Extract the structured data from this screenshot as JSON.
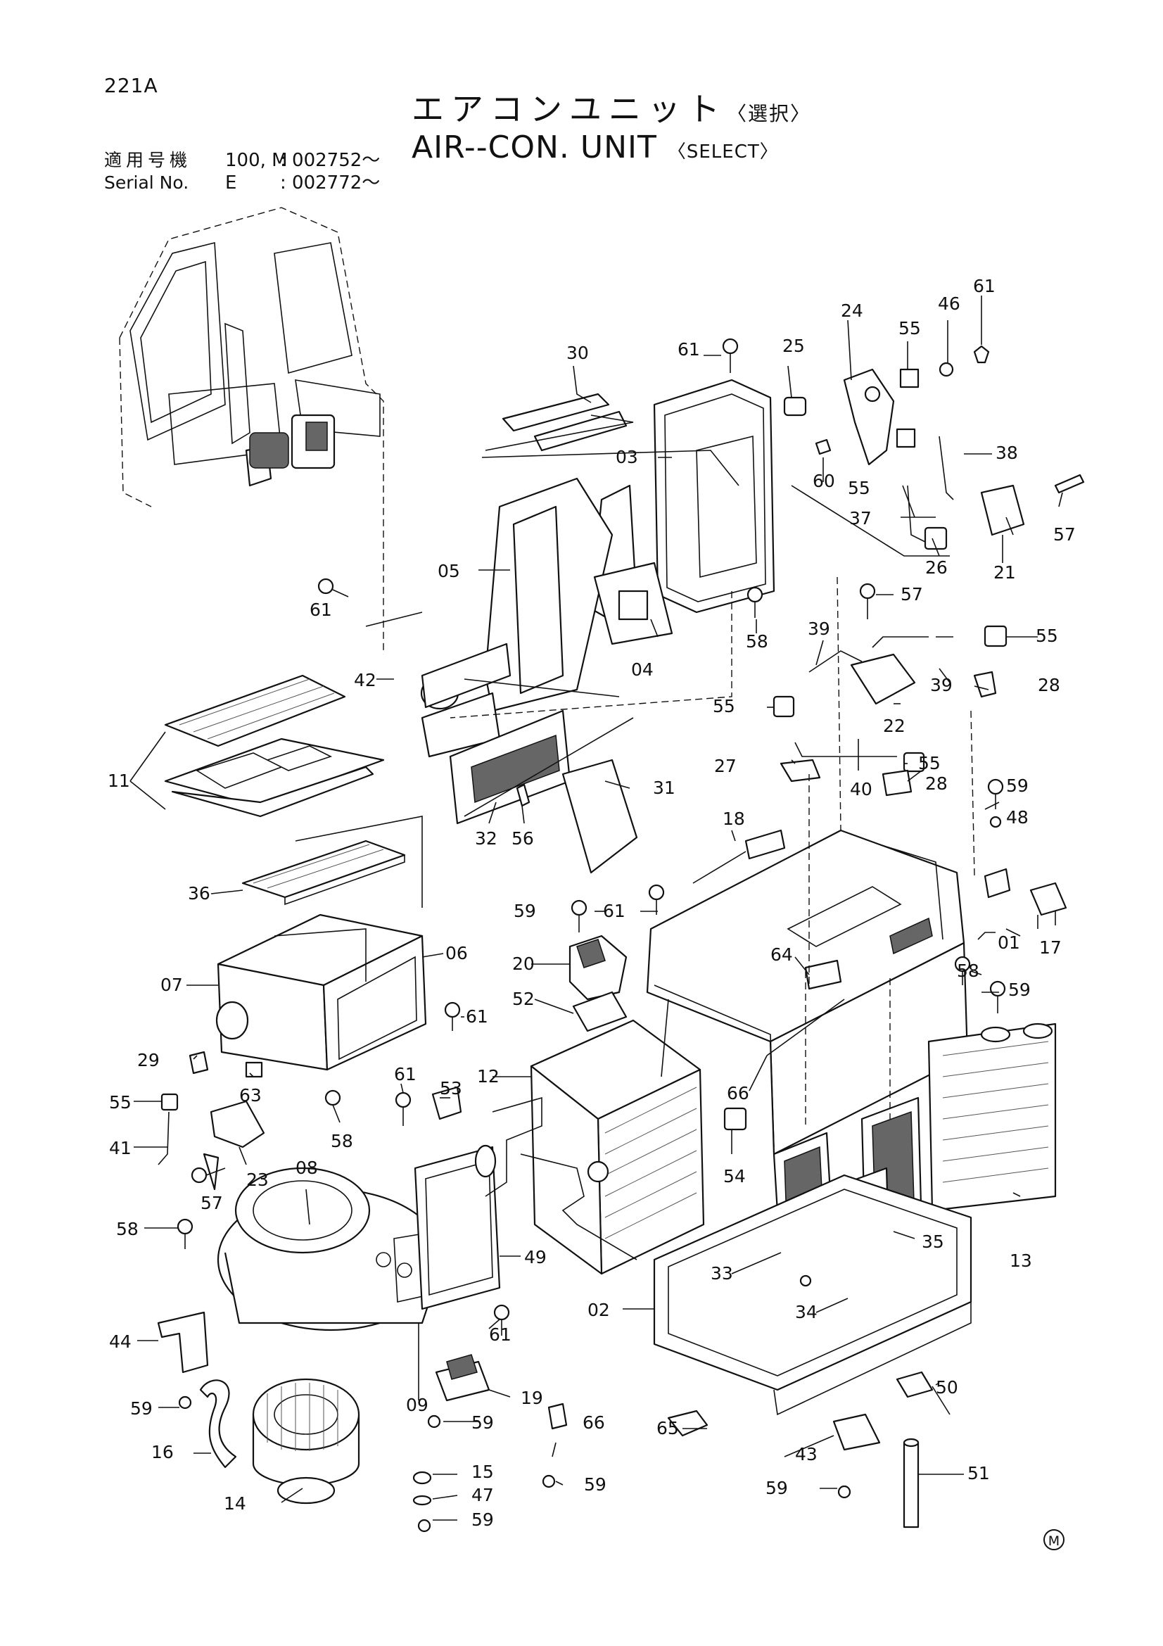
{
  "header": {
    "page_code": "221A",
    "title_jp": "エアコンユニット",
    "title_jp_select": "〈選択〉",
    "title_en": "AIR--CON. UNIT",
    "title_en_select": "〈SELECT〉",
    "applicability": {
      "label_jp": "適用号機",
      "label_en": "Serial No.",
      "model_1": "100, M",
      "serial_1": ": 002752～",
      "model_2": "E",
      "serial_2": ": 002772～"
    }
  },
  "mark": "M",
  "part_numbers": {
    "p01": "01",
    "p02": "02",
    "p03": "03",
    "p04": "04",
    "p05": "05",
    "p06": "06",
    "p07": "07",
    "p08": "08",
    "p09": "09",
    "p11": "11",
    "p12": "12",
    "p13": "13",
    "p14": "14",
    "p15": "15",
    "p16": "16",
    "p17": "17",
    "p18": "18",
    "p19": "19",
    "p20": "20",
    "p21": "21",
    "p22": "22",
    "p23": "23",
    "p24": "24",
    "p25": "25",
    "p26": "26",
    "p27": "27",
    "p28": "28",
    "p29": "29",
    "p30": "30",
    "p31": "31",
    "p32": "32",
    "p33": "33",
    "p34": "34",
    "p35": "35",
    "p36": "36",
    "p37": "37",
    "p38": "38",
    "p39": "39",
    "p40": "40",
    "p41": "41",
    "p42": "42",
    "p43": "43",
    "p44": "44",
    "p46": "46",
    "p47": "47",
    "p48": "48",
    "p49": "49",
    "p50": "50",
    "p51": "51",
    "p52": "52",
    "p53": "53",
    "p54": "54",
    "p55": "55",
    "p56": "56",
    "p57": "57",
    "p58": "58",
    "p59": "59",
    "p60": "60",
    "p61": "61",
    "p63": "63",
    "p64": "64",
    "p65": "65",
    "p66": "66"
  }
}
